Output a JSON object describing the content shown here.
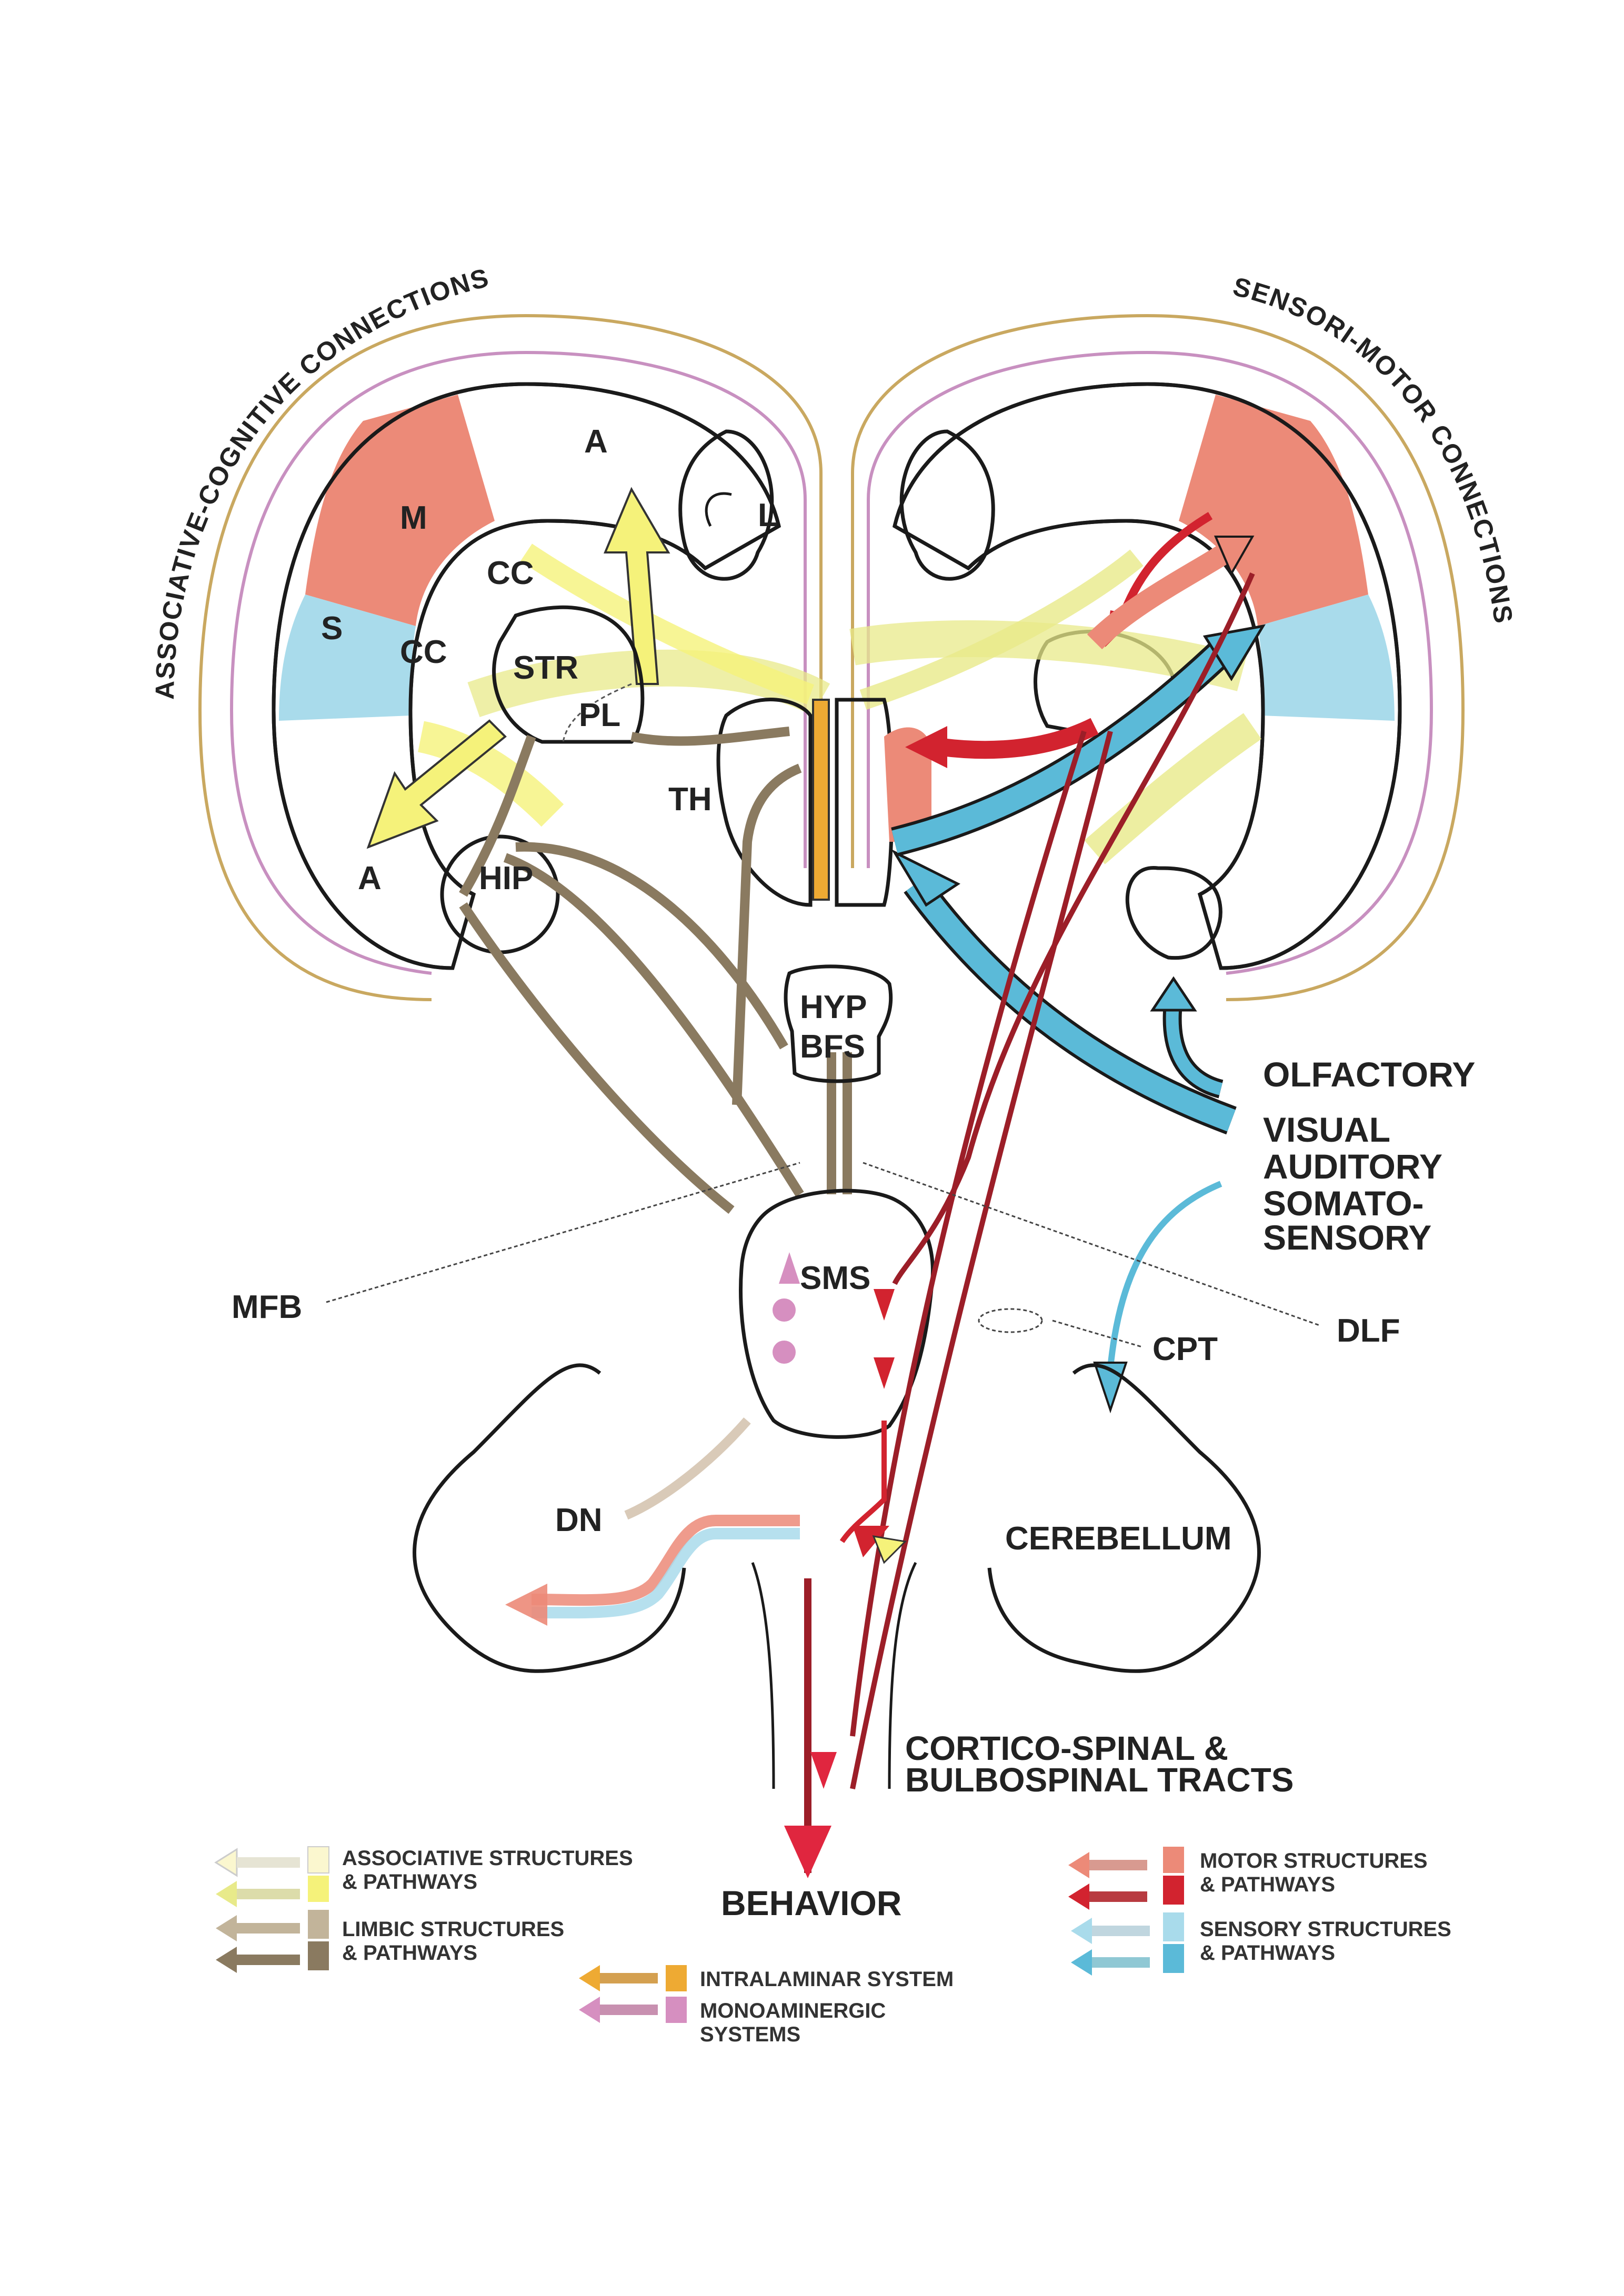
{
  "diagram": {
    "arc_titles": {
      "left": "ASSOCIATIVE-COGNITIVE CONNECTIONS",
      "right": "SENSORI-MOTOR CONNECTIONS"
    },
    "regions": {
      "associative_top": "A",
      "associative_lower": "A",
      "motor": "M",
      "sensory": "S",
      "limbic": "L",
      "cc_upper": "CC",
      "cc_lower": "CC",
      "striatum": "STR",
      "pallidum": "PL",
      "thalamus": "TH",
      "hippocampus": "HIP",
      "hypothalamus_line1": "HYP",
      "hypothalamus_line2": "BFS",
      "sms": "SMS",
      "dentate": "DN",
      "cerebellum": "CEREBELLUM"
    },
    "pointer_labels": {
      "mfb": "MFB",
      "dlf": "DLF",
      "cpt": "CPT"
    },
    "inputs": {
      "olfactory": "OLFACTORY",
      "visual": "VISUAL",
      "auditory": "AUDITORY",
      "somato1": "SOMATO-",
      "somato2": "SENSORY"
    },
    "tracts": {
      "line1": "CORTICO-SPINAL &",
      "line2": "BULBOSPINAL TRACTS"
    },
    "output": "BEHAVIOR",
    "colors": {
      "associative_light": "#fbf7cf",
      "associative_bright": "#f5f27a",
      "limbic_light": "#c2b49a",
      "limbic_dark": "#8a7a60",
      "motor_light": "#ec8a78",
      "motor_dark": "#d2232f",
      "sensory_light": "#a9dbeb",
      "sensory_dark": "#5bbad8",
      "intralaminar": "#eeaa33",
      "monoaminergic": "#d68fc0",
      "nucleus_gray": "#d2d2d6"
    }
  },
  "legend": {
    "associative": {
      "line1": "ASSOCIATIVE STRUCTURES",
      "line2": "& PATHWAYS"
    },
    "limbic": {
      "line1": "LIMBIC STRUCTURES",
      "line2": "& PATHWAYS"
    },
    "motor": {
      "line1": "MOTOR STRUCTURES",
      "line2": "& PATHWAYS"
    },
    "sensory": {
      "line1": "SENSORY STRUCTURES",
      "line2": "& PATHWAYS"
    },
    "intralaminar": {
      "line1": "INTRALAMINAR SYSTEM"
    },
    "monoaminergic": {
      "line1": "MONOAMINERGIC",
      "line2": "SYSTEMS"
    }
  }
}
